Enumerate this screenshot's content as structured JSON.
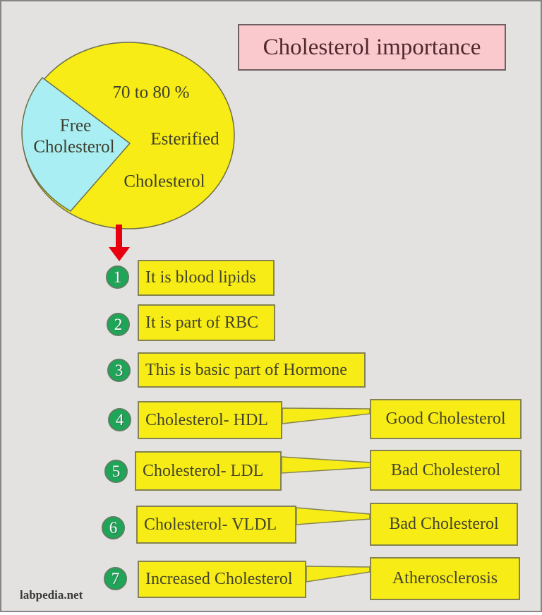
{
  "title": {
    "label": "Cholesterol importance"
  },
  "watermark": "labpedia.net",
  "pie": {
    "percent_label": "70 to 80 %",
    "esterified_line1": "Esterified",
    "esterified_line2": "Cholesterol",
    "free_line1": "Free",
    "free_line2": "Cholesterol"
  },
  "items": [
    {
      "num": "1",
      "text": "It is blood lipids"
    },
    {
      "num": "2",
      "text": "It is part of RBC"
    },
    {
      "num": "3",
      "text": "This is basic part of Hormone"
    },
    {
      "num": "4",
      "text": "Cholesterol- HDL",
      "result": "Good Cholesterol"
    },
    {
      "num": "5",
      "text": "Cholesterol- LDL",
      "result": "Bad Cholesterol"
    },
    {
      "num": "6",
      "text": "Cholesterol- VLDL",
      "result": "Bad Cholesterol"
    },
    {
      "num": "7",
      "text": "Increased Cholesterol",
      "result": "Atherosclerosis"
    }
  ],
  "colors": {
    "background": "#e3e2e1",
    "yellow": "#f7ec15",
    "cyan": "#a9eef2",
    "pink": "#f9c9cd",
    "green": "#1ea558",
    "red": "#e8000f",
    "box_border": "#84834f",
    "title_text": "#4f282c"
  },
  "chart_data": {
    "type": "pie",
    "title": "Cholesterol importance",
    "slices": [
      {
        "label": "Esterified Cholesterol",
        "value_label": "70 to 80 %",
        "value": 75,
        "color": "#f7ec15"
      },
      {
        "label": "Free Cholesterol",
        "value": 25,
        "color": "#a9eef2"
      }
    ],
    "legend_position": "inside"
  }
}
